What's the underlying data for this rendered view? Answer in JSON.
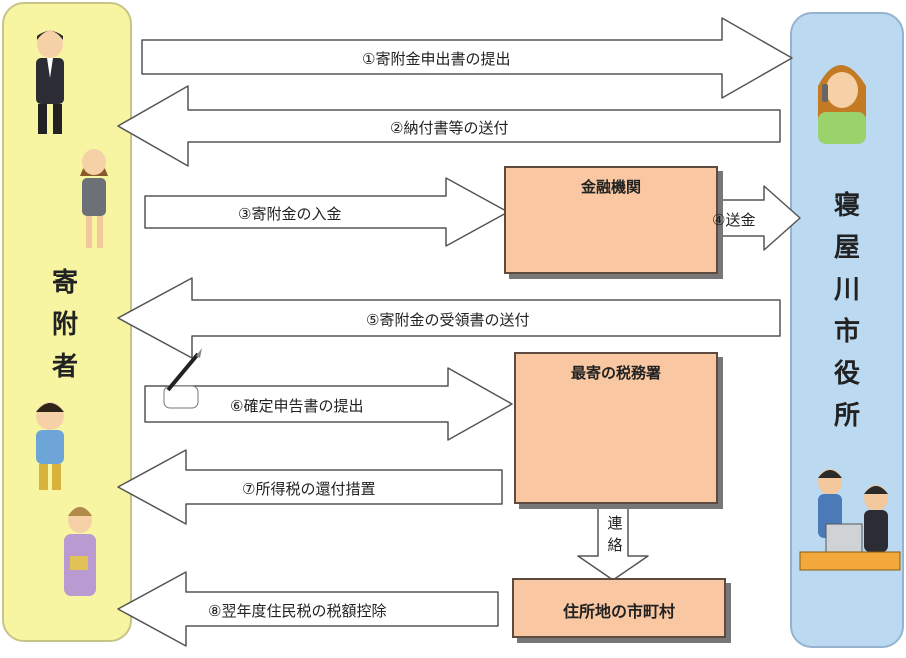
{
  "donor_label": [
    "寄",
    "附",
    "者"
  ],
  "city_label": [
    "寝",
    "屋",
    "川",
    "市",
    "役",
    "所"
  ],
  "steps": {
    "s1": "①寄附金申出書の提出",
    "s2": "②納付書等の送付",
    "s3": "③寄附金の入金",
    "s4": "④送金",
    "s5": "⑤寄附金の受領書の送付",
    "s6": "⑥確定申告書の提出",
    "s7": "⑦所得税の還付措置",
    "s8": "⑧翌年度住民税の税額控除"
  },
  "boxes": {
    "bank": "金融機関",
    "tax_office": "最寄の税務署",
    "municipality": "住所地の市町村"
  },
  "link_label": [
    "連",
    "絡"
  ],
  "colors": {
    "donor_panel": "#f7f5a2",
    "city_panel": "#bcd9f2",
    "box_fill": "#f9c8a2"
  },
  "icons": [
    "businessman-icon",
    "businesswoman-icon",
    "phone-operator-icon",
    "office-building-icon",
    "pen-hand-icon",
    "boy-icon",
    "woman-icon",
    "tax-consultation-icon",
    "office-staff-icon"
  ]
}
